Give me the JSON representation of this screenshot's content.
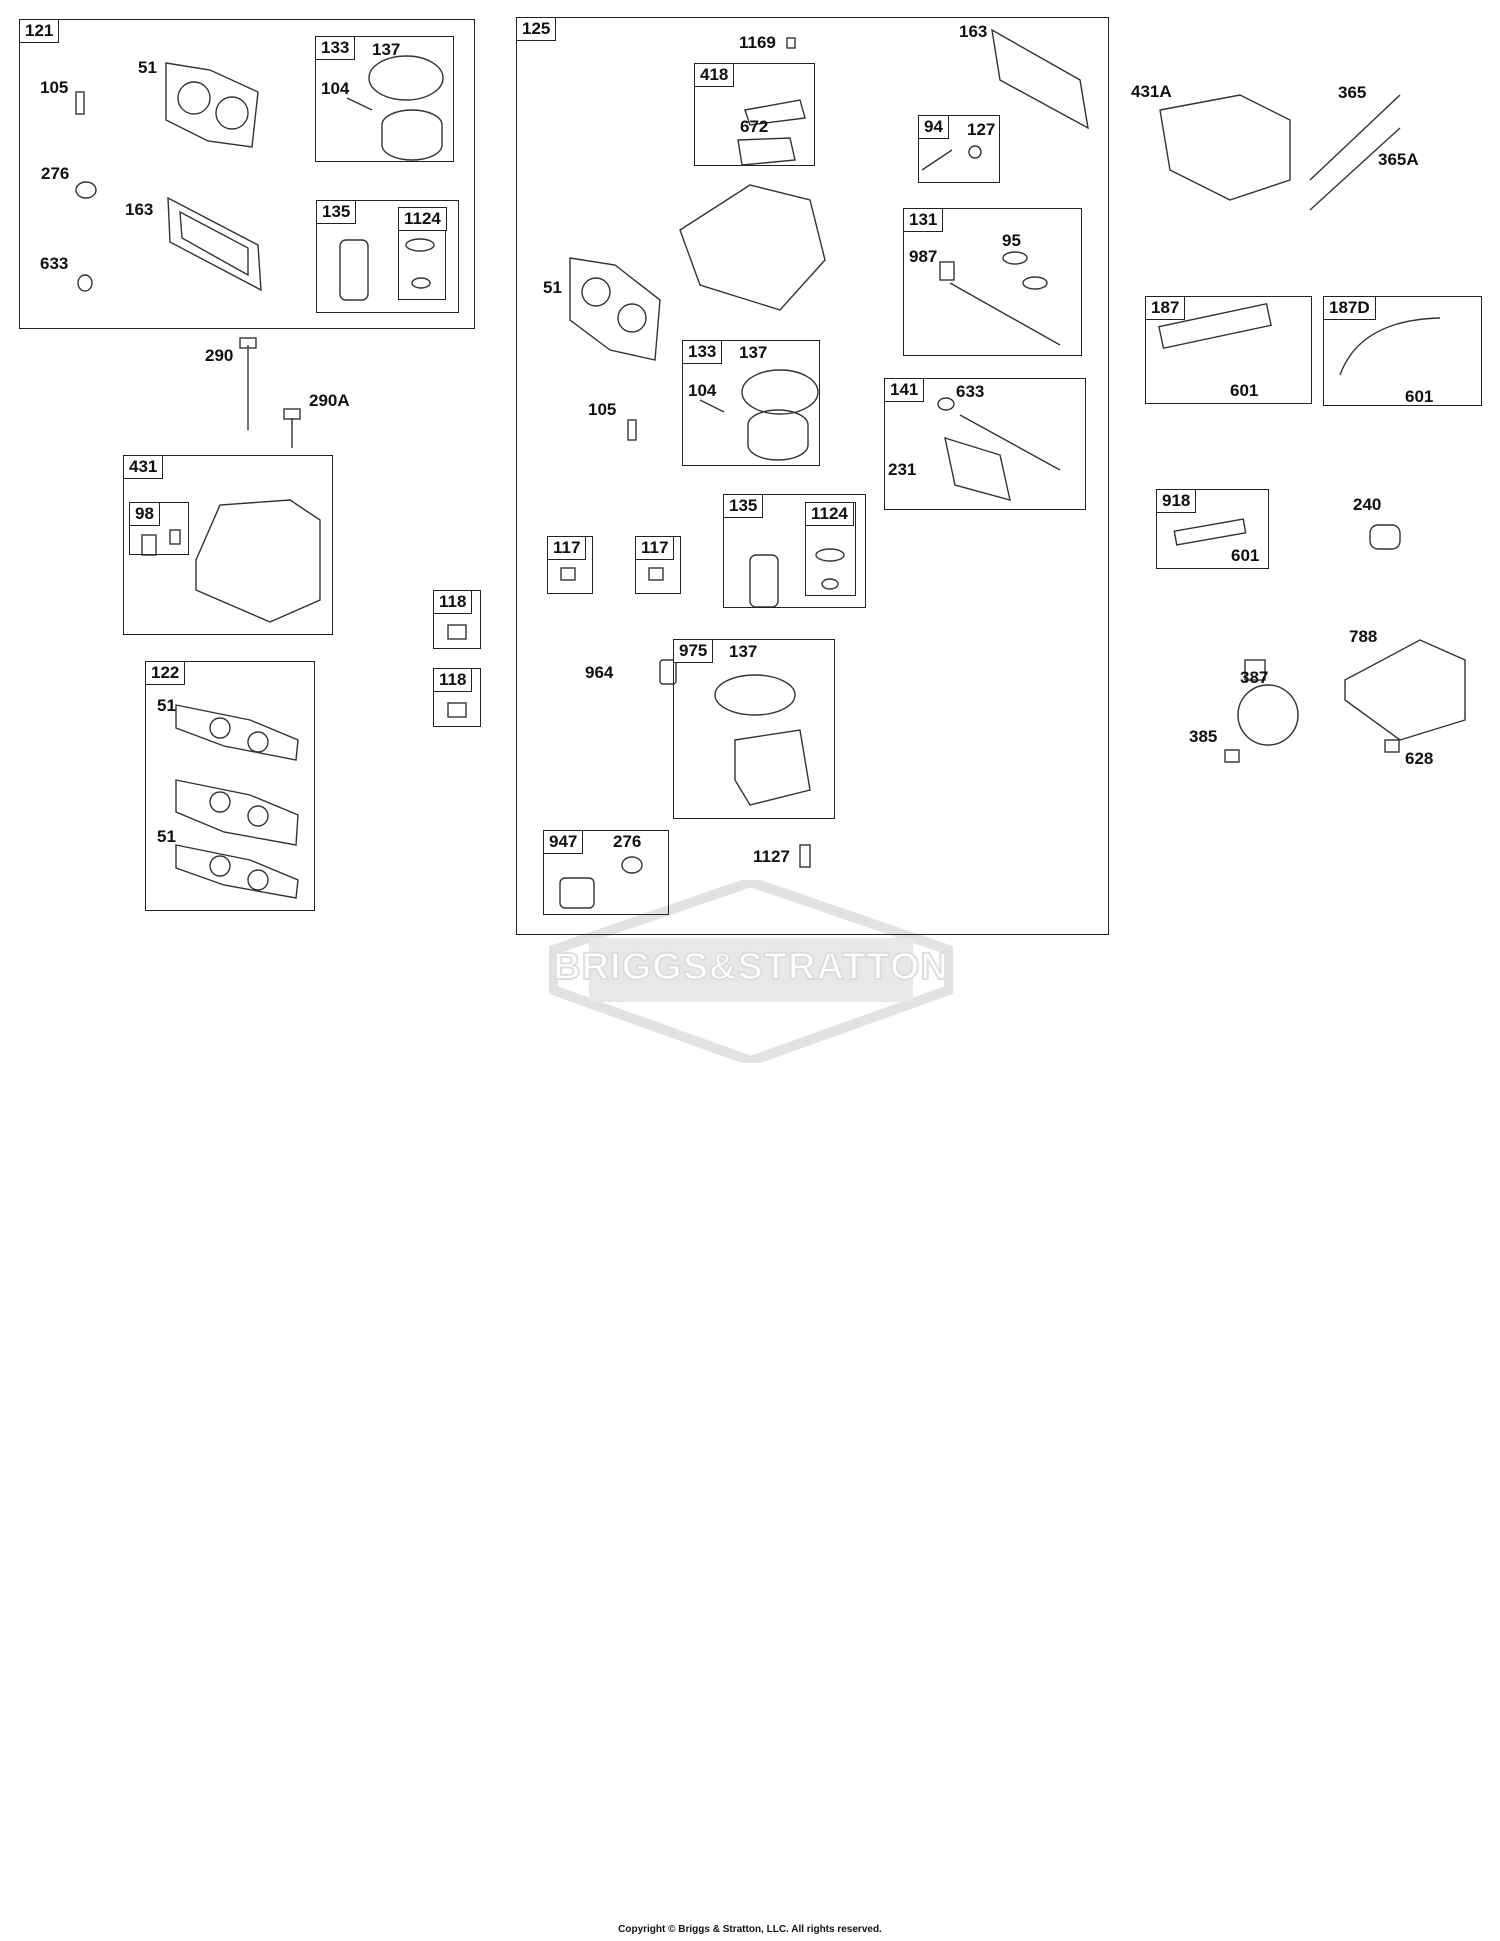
{
  "logo": {
    "text": "BRIGGS&STRATTON",
    "color": "#e2e2e2"
  },
  "copyright": "Copyright © Briggs & Stratton, LLC. All rights reserved.",
  "kits": {
    "k121": "121",
    "k121_133": "133",
    "k121_135": "135",
    "k121_1124": "1124",
    "k431": "431",
    "k98": "98",
    "k118a": "118",
    "k118b": "118",
    "k122": "122",
    "k125": "125",
    "k418": "418",
    "k94": "94",
    "k131": "131",
    "k125_133": "133",
    "k141": "141",
    "k125_135": "135",
    "k125_1124": "1124",
    "k117a": "117",
    "k117b": "117",
    "k975": "975",
    "k947": "947",
    "k187": "187",
    "k187d": "187D",
    "k918": "918"
  },
  "labels": {
    "l105a": "105",
    "l51a": "51",
    "l276a": "276",
    "l163a": "163",
    "l633a": "633",
    "l137a": "137",
    "l104a": "104",
    "l290": "290",
    "l290a": "290A",
    "l51b": "51",
    "l51c": "51",
    "l1169": "1169",
    "l163b": "163",
    "l672": "672",
    "l127": "127",
    "l51d": "51",
    "l95": "95",
    "l987": "987",
    "l137b": "137",
    "l104b": "104",
    "l105b": "105",
    "l633b": "633",
    "l231": "231",
    "l137c": "137",
    "l964": "964",
    "l276b": "276",
    "l1127": "1127",
    "l431a": "431A",
    "l365": "365",
    "l365a": "365A",
    "l601a": "601",
    "l601b": "601",
    "l601c": "601",
    "l240": "240",
    "l788": "788",
    "l387": "387",
    "l385": "385",
    "l628": "628"
  }
}
